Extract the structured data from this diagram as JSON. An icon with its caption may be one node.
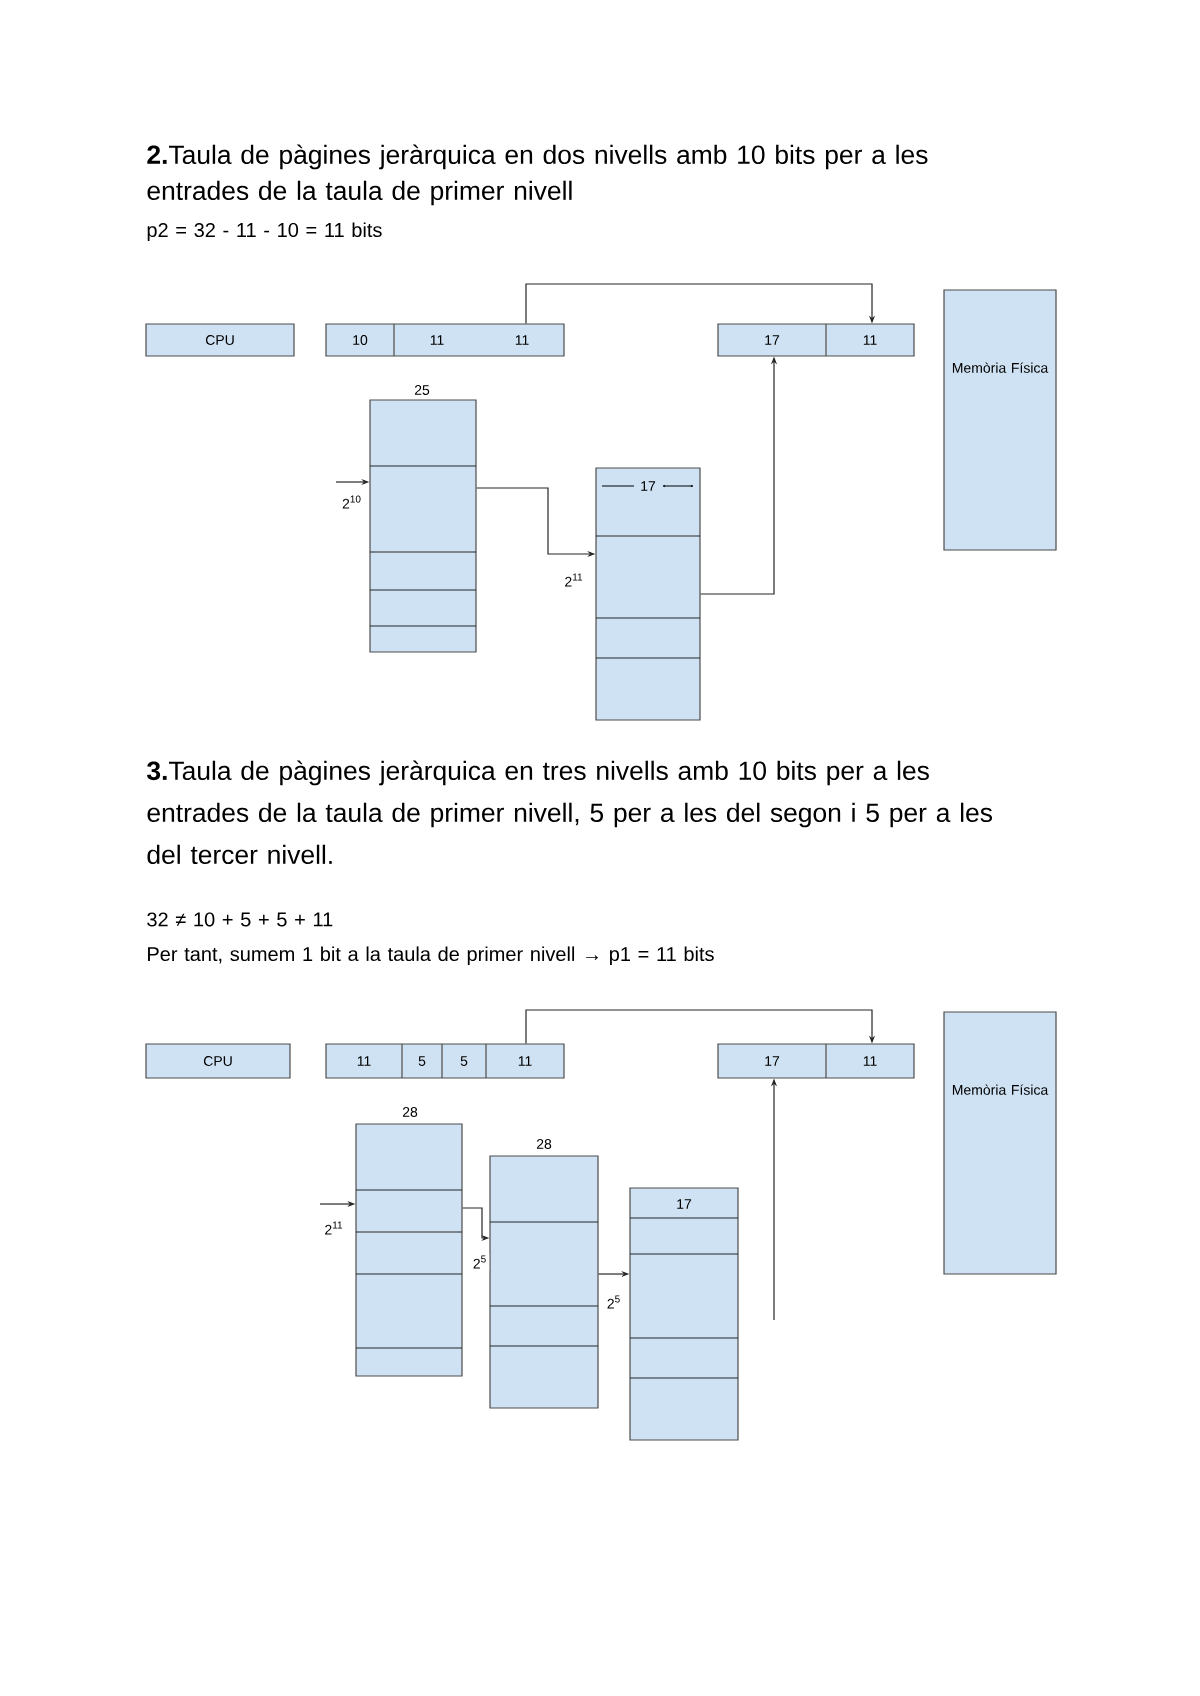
{
  "diagram": {
    "nodes": [
      {
        "text": [
          "CPU"
        ]
      },
      {
        "text": [],
        "shape": "box"
      },
      {
        "text": [
          "10"
        ],
        "in": 1
      },
      {
        "text": [
          "11"
        ],
        "in": 1
      },
      {
        "text": [
          "11"
        ],
        "in": 1
      },
      {
        "text": [],
        "shape": "box"
      },
      {
        "text": [
          "17"
        ],
        "in": 5
      },
      {
        "text": [
          "11"
        ],
        "in": 5
      },
      {
        "text": [
          "Memòria Física"
        ]
      },
      {
        "text": [],
        "shape": "box",
        "beside": [
          "25",
          "2$^{10}$"
        ]
      },
      {
        "text": [
          "17"
        ],
        "beside": [
          "2$^{11}$"
        ]
      },
      {
        "text": [
          "CPU"
        ]
      },
      {
        "text": [],
        "shape": "box"
      },
      {
        "text": [
          "11"
        ],
        "in": 12
      },
      {
        "text": [
          "5"
        ],
        "in": 12
      },
      {
        "text": [
          "5"
        ],
        "in": 12
      },
      {
        "text": [
          "11"
        ],
        "in": 12
      },
      {
        "text": [],
        "shape": "box"
      },
      {
        "text": [
          "17"
        ],
        "in": 17
      },
      {
        "text": [
          "11"
        ],
        "in": 17
      },
      {
        "text": [
          "Memòria Física"
        ]
      },
      {
        "text": [],
        "shape": "box",
        "beside": [
          "28",
          "2$^{11}$"
        ]
      },
      {
        "text": [],
        "shape": "box",
        "beside": [
          "28",
          "2$^{5}$"
        ]
      },
      {
        "text": [
          "17"
        ],
        "beside": [
          "2$^{5}$"
        ]
      }
    ],
    "edges": [
      {
        "from": null,
        "to": 9,
        "arrow": "to"
      },
      {
        "from": 9,
        "to": 10,
        "arrow": "to"
      },
      {
        "from": 10,
        "to": 6,
        "arrow": "to"
      },
      {
        "from": 4,
        "to": 7,
        "arrow": "to"
      },
      {
        "from": null,
        "to": 21,
        "arrow": "to"
      },
      {
        "from": 21,
        "to": 22,
        "arrow": "to"
      },
      {
        "from": 22,
        "to": 23,
        "arrow": "to"
      },
      {
        "from": null,
        "to": 18,
        "arrow": "to"
      },
      {
        "from": 16,
        "to": 19,
        "arrow": "to"
      }
    ],
    "labels": [
      "**2.**Taula de pàgines jeràrquica en dos nivells amb 10 bits per a les entrades de la taula de primer nivell",
      "p2 = 32 - 11 - 10 = 11 bits",
      "**3.**Taula de pàgines jeràrquica en tres nivells amb 10 bits per a les entrades de la taula de primer nivell, 5 per a les del segon i 5 per a les del tercer nivell.",
      "32 ≠ 10 + 5 + 5 + 11",
      "Per tant, sumem 1 bit a la taula de primer nivell → p1 = 11 bits"
    ]
  }
}
